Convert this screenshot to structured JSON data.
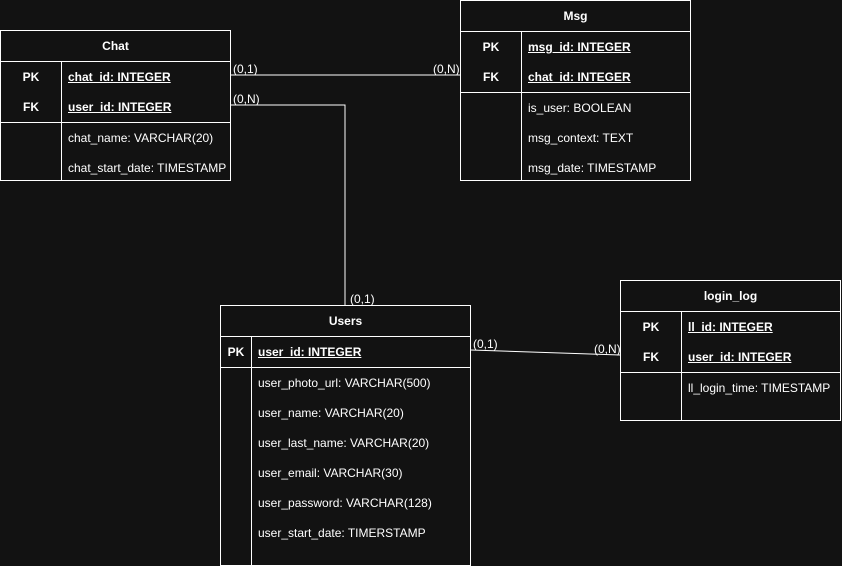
{
  "entities": {
    "chat": {
      "title": "Chat",
      "keys": [
        {
          "key": "PK",
          "field": "chat_id: INTEGER"
        },
        {
          "key": "FK",
          "field": "user_id: INTEGER"
        }
      ],
      "attributes": [
        "chat_name: VARCHAR(20)",
        "chat_start_date: TIMESTAMP"
      ]
    },
    "msg": {
      "title": "Msg",
      "keys": [
        {
          "key": "PK",
          "field": "msg_id: INTEGER"
        },
        {
          "key": "FK",
          "field": "chat_id: INTEGER"
        }
      ],
      "attributes": [
        "is_user: BOOLEAN",
        "msg_context: TEXT",
        "msg_date: TIMESTAMP"
      ]
    },
    "users": {
      "title": "Users",
      "keys": [
        {
          "key": "PK",
          "field": "user_id: INTEGER"
        }
      ],
      "attributes": [
        "user_photo_url: VARCHAR(500)",
        "user_name: VARCHAR(20)",
        "user_last_name: VARCHAR(20)",
        "user_email: VARCHAR(30)",
        "user_password: VARCHAR(128)",
        "user_start_date: TIMERSTAMP"
      ]
    },
    "login_log": {
      "title": "login_log",
      "keys": [
        {
          "key": "PK",
          "field": "ll_id: INTEGER"
        },
        {
          "key": "FK",
          "field": "user_id: INTEGER"
        }
      ],
      "attributes": [
        "ll_login_time: TIMESTAMP"
      ]
    }
  },
  "cardinalities": {
    "chat_msg_chat_side": "(0,1)",
    "chat_msg_msg_side": "(0,N)",
    "chat_users_chat_side": "(0,N)",
    "chat_users_users_side": "(0,1)",
    "users_login_users_side": "(0,1)",
    "users_login_log_side": "(0,N)"
  },
  "colors": {
    "background": "#121212",
    "stroke": "#ffffff",
    "text": "#ffffff"
  }
}
